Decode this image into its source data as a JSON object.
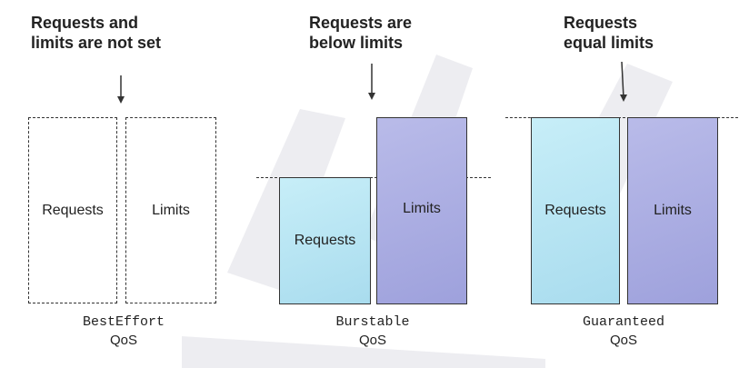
{
  "panels": [
    {
      "annotation_lines": [
        "Requests and",
        "limits are not set"
      ],
      "requests_label": "Requests",
      "limits_label": "Limits",
      "qos_class": "BestEffort",
      "qos_suffix": "QoS"
    },
    {
      "annotation_lines": [
        "Requests are",
        "below limits"
      ],
      "requests_label": "Requests",
      "limits_label": "Limits",
      "qos_class": "Burstable",
      "qos_suffix": "QoS"
    },
    {
      "annotation_lines": [
        "Requests",
        "equal limits"
      ],
      "requests_label": "Requests",
      "limits_label": "Limits",
      "qos_class": "Guaranteed",
      "qos_suffix": "QoS"
    }
  ],
  "colors": {
    "requests_fill": "#b5e4f3",
    "limits_fill": "#a9acdf",
    "outline": "#333333"
  }
}
